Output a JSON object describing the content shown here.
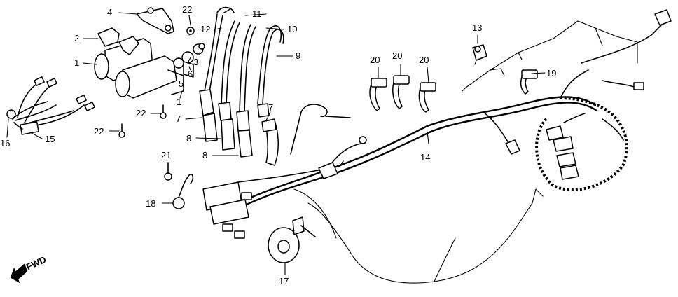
{
  "diagram": {
    "callouts": [
      {
        "id": "c1a",
        "text": "1"
      },
      {
        "id": "c1b",
        "text": "1"
      },
      {
        "id": "c2",
        "text": "2"
      },
      {
        "id": "c3a",
        "text": "3"
      },
      {
        "id": "c4",
        "text": "4"
      },
      {
        "id": "c5",
        "text": "5"
      },
      {
        "id": "c6",
        "text": "6"
      },
      {
        "id": "c7a",
        "text": "7"
      },
      {
        "id": "c7b",
        "text": "7"
      },
      {
        "id": "c8a",
        "text": "8"
      },
      {
        "id": "c8b",
        "text": "8"
      },
      {
        "id": "c9",
        "text": "9"
      },
      {
        "id": "c10",
        "text": "10"
      },
      {
        "id": "c11",
        "text": "11"
      },
      {
        "id": "c12",
        "text": "12"
      },
      {
        "id": "c13",
        "text": "13"
      },
      {
        "id": "c14",
        "text": "14"
      },
      {
        "id": "c15",
        "text": "15"
      },
      {
        "id": "c16",
        "text": "16"
      },
      {
        "id": "c17",
        "text": "17"
      },
      {
        "id": "c18",
        "text": "18"
      },
      {
        "id": "c19",
        "text": "19"
      },
      {
        "id": "c20a",
        "text": "20"
      },
      {
        "id": "c20b",
        "text": "20"
      },
      {
        "id": "c20c",
        "text": "20"
      },
      {
        "id": "c21",
        "text": "21"
      },
      {
        "id": "c22a",
        "text": "22"
      },
      {
        "id": "c22b",
        "text": "22"
      },
      {
        "id": "c22c",
        "text": "22"
      }
    ],
    "fwd_label": "FWD"
  }
}
